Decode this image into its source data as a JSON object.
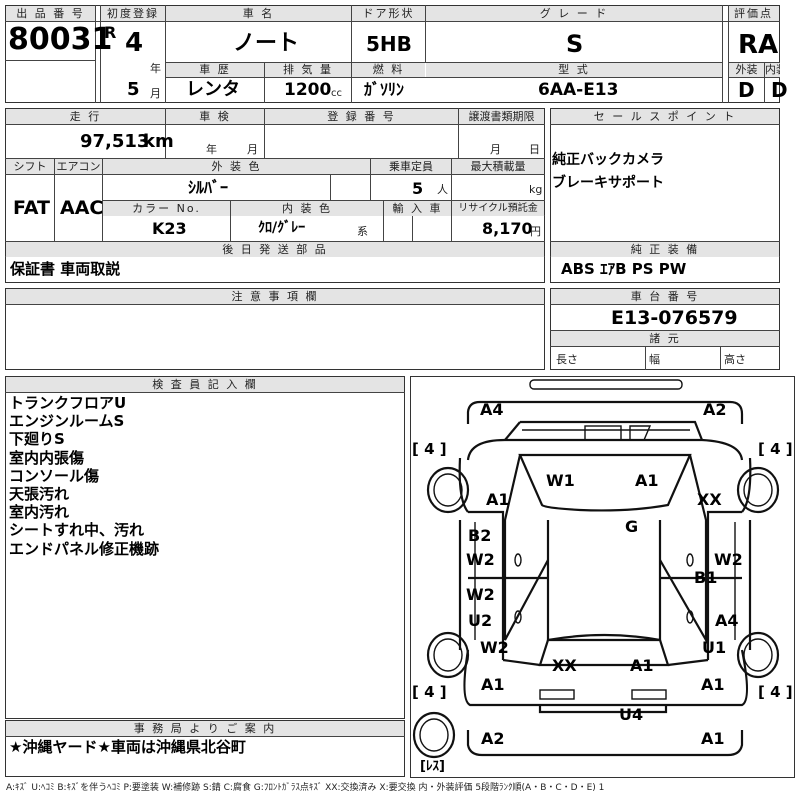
{
  "header_labels": {
    "lot_no": "出 品 番 号",
    "first_reg": "初度登録",
    "car_name": "車 名",
    "door_type": "ドア形状",
    "grade": "グ レ ー ド",
    "score": "評価点",
    "history": "車 歴",
    "displacement": "排 気 量",
    "fuel": "燃 料",
    "model_code": "型 式",
    "exterior": "外装",
    "interior": "内装",
    "mileage": "走 行",
    "inspection": "車 検",
    "reg_no": "登 録 番 号",
    "transfer_doc": "譲渡書類期限",
    "sales_point": "セ ー ル ス ポ イ ン ト",
    "shift": "シフト",
    "aircon": "エアコン",
    "ext_color": "外 装 色",
    "capacity": "乗車定員",
    "max_load": "最大積載量",
    "color_no": "カラー No.",
    "int_color": "内 装 色",
    "import": "輸 入 車",
    "recycle": "リサイクル預託金",
    "later_parts": "後 日 発 送 部 品",
    "genuine_equip": "純 正 装 備",
    "notes": "注 意 事 項 欄",
    "chassis_no": "車 台 番 号",
    "specs": "諸 元",
    "inspector": "検 査 員 記 入 欄",
    "office_notice": "事 務 局 よ り ご 案 内"
  },
  "values": {
    "lot_no": "80031",
    "era": "R",
    "year": "4",
    "year_unit": "年",
    "month": "5",
    "month_unit": "月",
    "car_name": "ノート",
    "door_type": "5HB",
    "grade": "S",
    "score": "RA",
    "history": "レンタ",
    "displacement": "1200",
    "displacement_unit": "cc",
    "fuel": "ｶﾞｿﾘﾝ",
    "model_code": "6AA-E13",
    "exterior": "D",
    "interior": "D",
    "mileage": "97,513",
    "mileage_unit": "km",
    "inspection_year_unit": "年",
    "inspection_month_unit": "月",
    "transfer_month_unit": "月",
    "transfer_day_unit": "日",
    "shift": "FAT",
    "aircon": "AAC",
    "ext_color": "ｼﾙﾊﾞｰ",
    "capacity": "5",
    "capacity_unit": "人",
    "max_load_unit": "kg",
    "color_no": "K23",
    "int_color": "ｸﾛ/ｸﾞﾚｰ",
    "int_color_suffix": "系",
    "recycle": "8,170",
    "recycle_unit": "円",
    "later_parts": "保証書 車両取説",
    "genuine_equip": "ABS ｴｱB PS PW",
    "chassis_no": "E13-076579",
    "spec_length": "長さ",
    "spec_width": "幅",
    "spec_height": "高さ"
  },
  "sales_points": [
    "純正バックカメラ",
    "ブレーキサポート"
  ],
  "inspector_notes": [
    "トランクフロアU",
    "エンジンルームS",
    "下廻りS",
    "室内内張傷",
    "コンソール傷",
    "天張汚れ",
    "室内汚れ",
    "シートすれ中、汚れ",
    "エンドパネル修正機跡"
  ],
  "office_notice": "★沖縄ヤード★車両は沖縄県北谷町",
  "diagram": {
    "tire_front_left": "[ 4 ]",
    "tire_front_right": "[ 4 ]",
    "tire_rear_left": "[ 4 ]",
    "tire_rear_right": "[ 4 ]",
    "spare": "[ﾚｽ]",
    "marks": {
      "front_bumper_left": "A4",
      "front_bumper_right": "A2",
      "windshield": "W1",
      "hood": "A1",
      "left_front_fender": "A1",
      "right_front_fender": "XX",
      "roof": "G",
      "left_front_door": "B2",
      "left_front_glass": "W2",
      "right_front_glass": "W2",
      "right_front_door": "B1",
      "left_rear_glass": "W2",
      "left_rear_door": "U2",
      "right_rear_door": "A4",
      "left_quarter_glass": "W2",
      "right_quarter": "U1",
      "rear_glass": "XX",
      "trunk": "A1",
      "left_rear_fender": "A1",
      "right_rear_fender": "A1",
      "rear_panel": "U4",
      "rear_bumper_left": "A2",
      "rear_bumper_right": "A1"
    }
  },
  "legend": "A:ｷｽﾞ U:ﾍｺﾐ B:ｷｽﾞを伴うﾍｺﾐ P:要塗装 W:補修跡 S:錆 C:腐食 G:ﾌﾛﾝﾄｶﾞﾗｽ点ｷｽﾞ XX:交換済み X:要交換  内・外装評価 5段階ﾗﾝｸ順(A・B・C・D・E) 1"
}
